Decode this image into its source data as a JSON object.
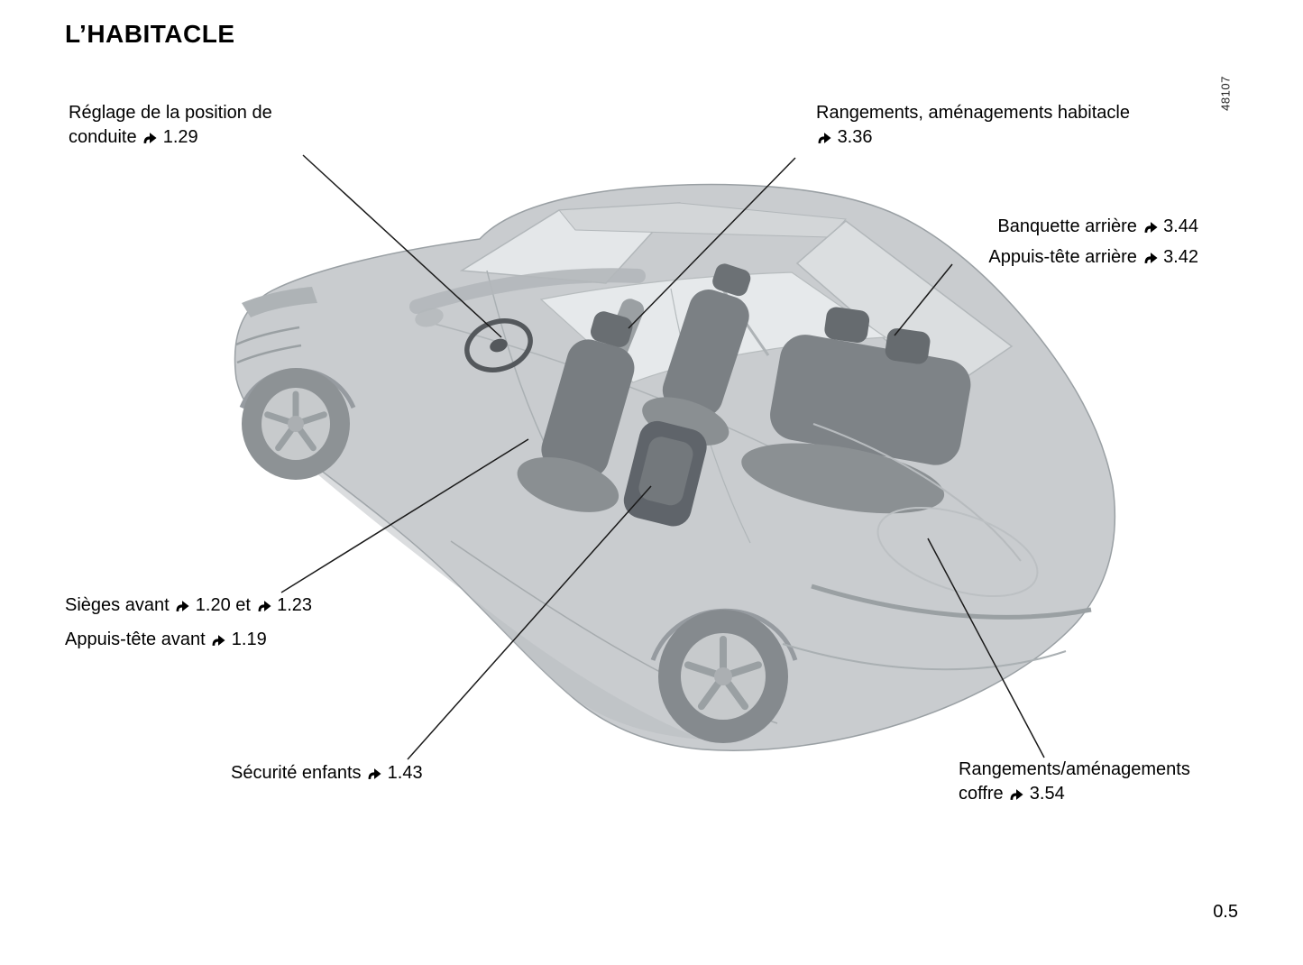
{
  "page": {
    "title": "L’HABITACLE",
    "figure_code": "48107",
    "page_number": "0.5"
  },
  "callouts": {
    "driving_position": {
      "text": "Réglage de la position de conduite",
      "ref": "1.29"
    },
    "cabin_storage": {
      "line1": "Rangements, aménagements habitacle",
      "ref": "3.36"
    },
    "rear_bench": {
      "text": "Banquette arrière",
      "ref": "3.44"
    },
    "rear_headrests": {
      "text": "Appuis-tête arrière",
      "ref": "3.42"
    },
    "front_seats": {
      "text": "Sièges avant",
      "ref1": "1.20",
      "conjunction": "et",
      "ref2": "1.23"
    },
    "front_headrests": {
      "text": "Appuis-tête avant",
      "ref": "1.19"
    },
    "child_safety": {
      "text": "Sécurité enfants",
      "ref": "1.43"
    },
    "boot_storage": {
      "line1": "Rangements/aménagements",
      "line2": "coffre",
      "ref": "3.54"
    }
  }
}
